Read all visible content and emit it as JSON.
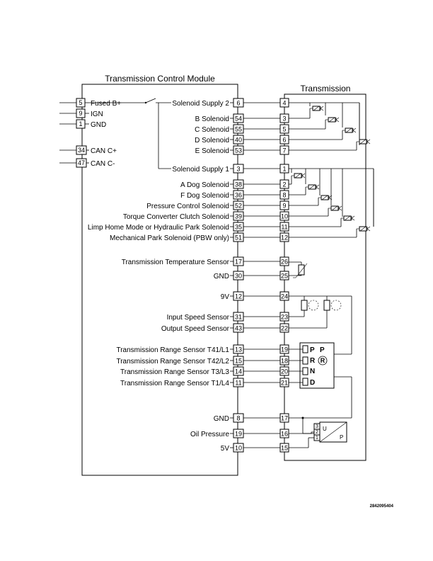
{
  "tcm": {
    "title": "Transmission Control Module",
    "left_pins": [
      {
        "pin": "5",
        "label": "Fused B+"
      },
      {
        "pin": "9",
        "label": "IGN"
      },
      {
        "pin": "1",
        "label": "GND"
      },
      {
        "pin": "34",
        "label": "CAN C+"
      },
      {
        "pin": "47",
        "label": "CAN C-"
      }
    ],
    "right_pins": [
      {
        "pin": "6",
        "label": "Solenoid Supply 2"
      },
      {
        "pin": "54",
        "label": "B Solenoid"
      },
      {
        "pin": "55",
        "label": "C Solenoid"
      },
      {
        "pin": "40",
        "label": "D Solenoid"
      },
      {
        "pin": "53",
        "label": "E Solenoid"
      },
      {
        "pin": "3",
        "label": "Solenoid Supply 1"
      },
      {
        "pin": "38",
        "label": "A Dog Solenoid"
      },
      {
        "pin": "36",
        "label": "F Dog Solenoid"
      },
      {
        "pin": "52",
        "label": "Pressure Control Solenoid"
      },
      {
        "pin": "39",
        "label": "Torque Converter Clutch Solenoid"
      },
      {
        "pin": "35",
        "label": "Limp Home Mode or Hydraulic Park Solenoid"
      },
      {
        "pin": "51",
        "label": "Mechanical Park Solenoid (PBW only)"
      },
      {
        "pin": "17",
        "label": "Transmission Temperature Sensor"
      },
      {
        "pin": "30",
        "label": "GND"
      },
      {
        "pin": "12",
        "label": "9V"
      },
      {
        "pin": "31",
        "label": "Input Speed Sensor"
      },
      {
        "pin": "43",
        "label": "Output Speed Sensor"
      },
      {
        "pin": "13",
        "label": "Transmission Range Sensor T41/L1"
      },
      {
        "pin": "15",
        "label": "Transmission Range Sensor T42/L2"
      },
      {
        "pin": "14",
        "label": "Transmission Range Sensor T3/L3"
      },
      {
        "pin": "11",
        "label": "Transmission Range Sensor T1/L4"
      },
      {
        "pin": "8",
        "label": "GND"
      },
      {
        "pin": "19",
        "label": "Oil Pressure"
      },
      {
        "pin": "10",
        "label": "5V"
      }
    ]
  },
  "transmission": {
    "title": "Transmission",
    "pins": [
      "4",
      "3",
      "5",
      "6",
      "7",
      "1",
      "2",
      "8",
      "9",
      "10",
      "11",
      "12",
      "26",
      "25",
      "24",
      "23",
      "22",
      "19",
      "18",
      "20",
      "21",
      "17",
      "16",
      "15"
    ],
    "range_sensor": {
      "positions": [
        "P",
        "R",
        "N",
        "D"
      ],
      "p_mark": "P",
      "r_mark": "R"
    },
    "pressure_sensor": {
      "pins": [
        "3",
        "2",
        "1"
      ],
      "u_label": "U",
      "p_label": "P"
    }
  },
  "reference_number": "2842095404",
  "colors": {
    "line": "#000000",
    "background": "#ffffff"
  }
}
